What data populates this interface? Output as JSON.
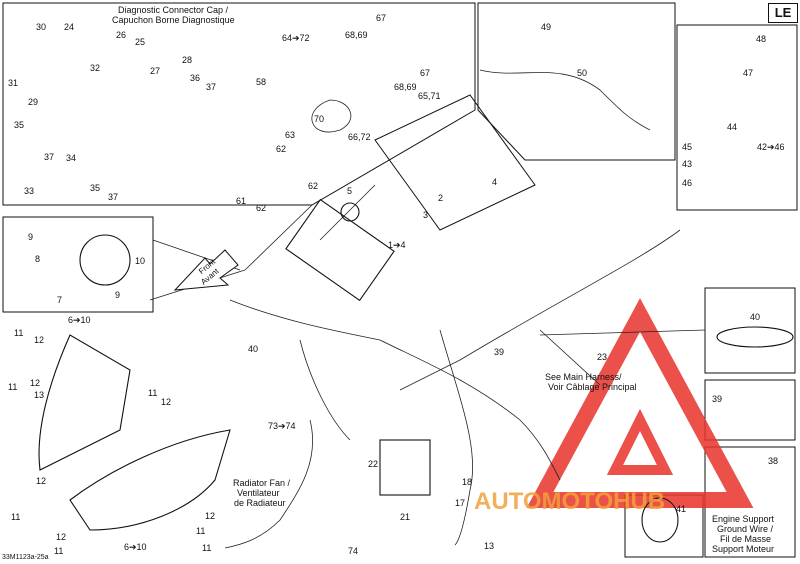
{
  "page": {
    "code": "LE",
    "figure_id": "33M1123a-25a"
  },
  "callouts": {
    "diag_cap_en": "Diagnostic Connector Cap /",
    "diag_cap_fr": "Capuchon Borne Diagnostique",
    "main_harness_en": "See Main Harness/",
    "main_harness_fr": "Voir Câblage Principal",
    "radiator_en": "Radiator Fan /",
    "radiator_fr1": "Ventilateur",
    "radiator_fr2": "de Radiateur",
    "engine_1": "Engine Support",
    "engine_2": "Ground Wire /",
    "engine_3": "Fil de Masse",
    "engine_4": "Support Moteur",
    "front_en": "Front",
    "front_fr": "Avant"
  },
  "labels": {
    "p30": "30",
    "p24": "24",
    "p26": "26",
    "p25": "25",
    "p31": "31",
    "p32": "32",
    "p27": "27",
    "p28": "28",
    "p29": "29",
    "p36": "36",
    "p37a": "37",
    "p35a": "35",
    "p37b": "37",
    "p34": "34",
    "p33": "33",
    "p35b": "35",
    "p37c": "37",
    "p58": "58",
    "p63": "63",
    "p62a": "62",
    "p62b": "62",
    "p61": "61",
    "p62c": "62",
    "p64_72": "64➔72",
    "p68_69a": "68,69",
    "p67a": "67",
    "p67b": "67",
    "p68_69b": "68,69",
    "p65_71": "65,71",
    "p70": "70",
    "p66_72": "66,72",
    "p49": "49",
    "p50": "50",
    "p48": "48",
    "p47": "47",
    "p44": "44",
    "p45": "45",
    "p42_46": "42➔46",
    "p43": "43",
    "p46": "46",
    "p2": "2",
    "p3": "3",
    "p4": "4",
    "p5": "5",
    "p1_4": "1➔4",
    "p9a": "9",
    "p10": "10",
    "p8": "8",
    "p7": "7",
    "p9b": "9",
    "p6_10a": "6➔10",
    "p11a": "11",
    "p12a": "12",
    "p12b": "12",
    "p11b": "11",
    "p13a": "13",
    "p11c": "11",
    "p12c": "12",
    "p12d": "12",
    "p11d": "11",
    "p12e": "12",
    "p12f": "12",
    "p11e": "11",
    "p11f": "11",
    "p6_10b": "6➔10",
    "p11g": "11",
    "p40a": "40",
    "p39a": "39",
    "p23": "23",
    "p73_74": "73➔74",
    "p22": "22",
    "p21": "21",
    "p74": "74",
    "p40b": "40",
    "p39b": "39",
    "p38": "38",
    "p41": "41",
    "p18": "18",
    "p17": "17",
    "p13b": "13"
  },
  "watermark": {
    "text": "AUTOMOTOHUB",
    "color_orange": "#f2a23a",
    "color_red": "#e8332a",
    "color_gray": "#8a8a8a"
  }
}
